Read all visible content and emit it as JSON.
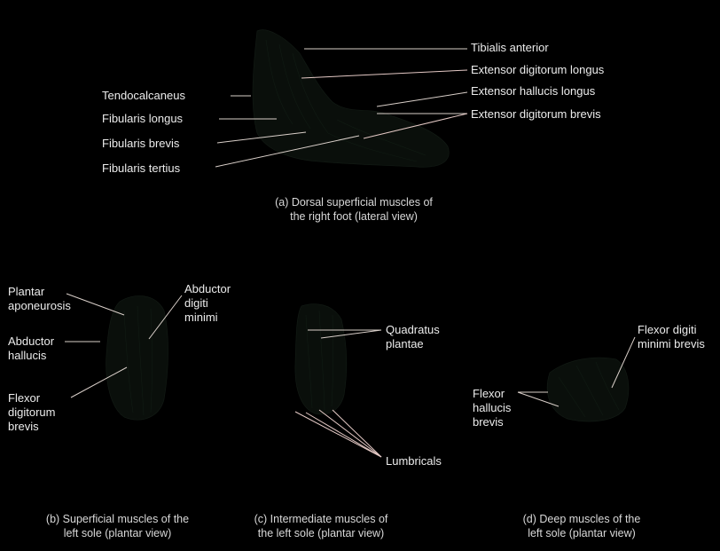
{
  "colors": {
    "background": "#000000",
    "label_text": "#ececec",
    "caption_text": "#d8d8d8",
    "leader_line": "#d9cfc9"
  },
  "panel_a": {
    "labels": {
      "tibialis_anterior": "Tibialis anterior",
      "extensor_digitorum_longus": "Extensor digitorum longus",
      "extensor_hallucis_longus": "Extensor hallucis longus",
      "extensor_digitorum_brevis": "Extensor digitorum brevis",
      "tendocalcaneus": "Tendocalcaneus",
      "fibularis_longus": "Fibularis longus",
      "fibularis_brevis": "Fibularis brevis",
      "fibularis_tertius": "Fibularis tertius"
    },
    "caption_line1": "(a) Dorsal superficial muscles of",
    "caption_line2": "the right foot (lateral view)"
  },
  "panel_b": {
    "labels": {
      "plantar_aponeurosis_1": "Plantar",
      "plantar_aponeurosis_2": "aponeurosis",
      "abductor_hallucis_1": "Abductor",
      "abductor_hallucis_2": "hallucis",
      "flexor_digitorum_brevis_1": "Flexor",
      "flexor_digitorum_brevis_2": "digitorum",
      "flexor_digitorum_brevis_3": "brevis",
      "abductor_digiti_minimi_1": "Abductor",
      "abductor_digiti_minimi_2": "digiti",
      "abductor_digiti_minimi_3": "minimi"
    },
    "caption_line1": "(b) Superficial muscles of the",
    "caption_line2": "left sole (plantar view)"
  },
  "panel_c": {
    "labels": {
      "quadratus_plantae_1": "Quadratus",
      "quadratus_plantae_2": "plantae",
      "lumbricals": "Lumbricals"
    },
    "caption_line1": "(c) Intermediate muscles of",
    "caption_line2": "the left sole (plantar view)"
  },
  "panel_d": {
    "labels": {
      "flexor_digiti_minimi_brevis_1": "Flexor digiti",
      "flexor_digiti_minimi_brevis_2": "minimi brevis",
      "flexor_hallucis_brevis_1": "Flexor",
      "flexor_hallucis_brevis_2": "hallucis",
      "flexor_hallucis_brevis_3": "brevis"
    },
    "caption_line1": "(d) Deep muscles of the",
    "caption_line2": "left sole (plantar view)"
  }
}
